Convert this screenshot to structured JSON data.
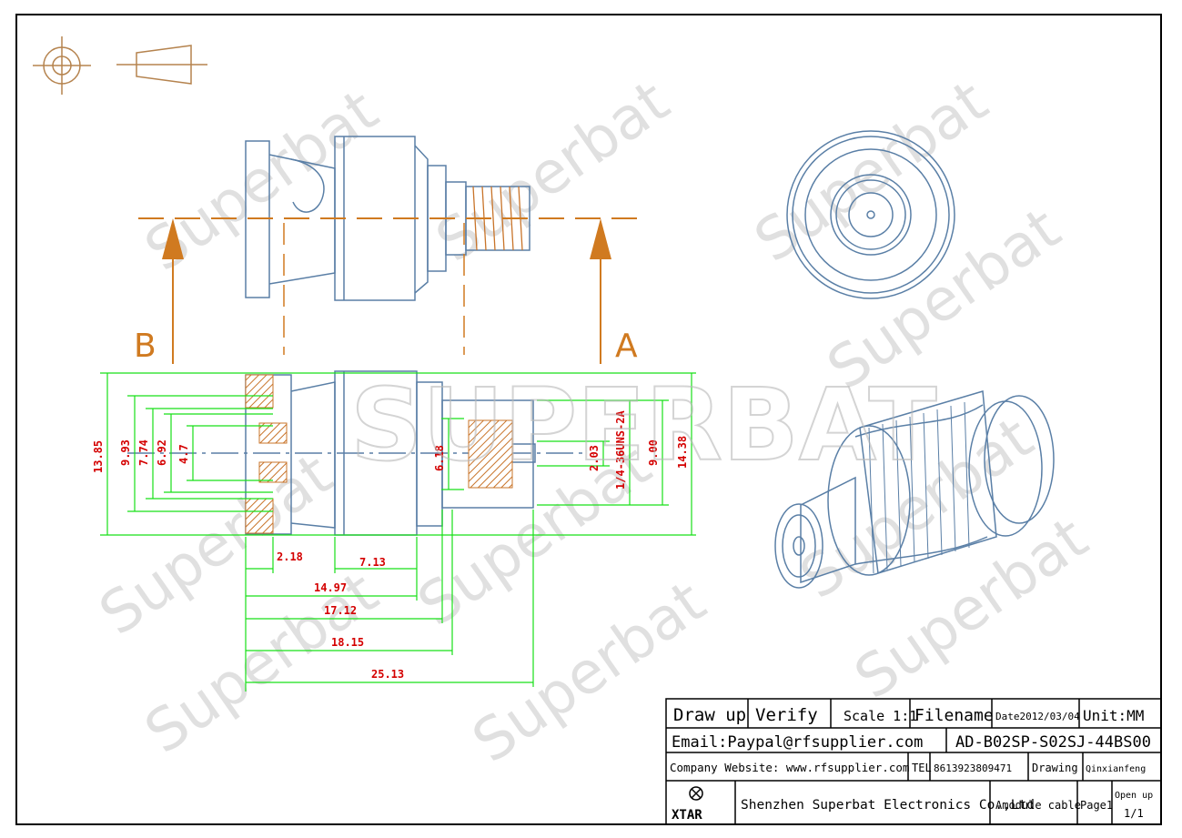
{
  "watermark": {
    "brand": "SUPERBAT",
    "repeat": "Superbat"
  },
  "colors": {
    "outline": "#5a7fa6",
    "dimension_line": "#18e018",
    "dimension_text": "#d40000",
    "section_arrow": "#d07a20",
    "hatch": "#c8742a"
  },
  "section": {
    "label_b": "B",
    "label_a": "A"
  },
  "dimensions": {
    "d1385": "13.85",
    "d993": "9.93",
    "d774": "7.74",
    "d692": "6.92",
    "d47": "4.7",
    "d618": "6.18",
    "d203": "2.03",
    "thread": "1/4-36UNS-2A",
    "d900": "9.00",
    "d1438": "14.38",
    "d218": "2.18",
    "d713": "7.13",
    "d1497": "14.97",
    "d1712": "17.12",
    "d1815": "18.15",
    "d2513": "25.13"
  },
  "title_block": {
    "draw_up": "Draw up",
    "verify": "Verify",
    "scale": "Scale 1:1",
    "filename": "Filename",
    "date": "Date2012/03/04",
    "unit": "Unit:MM",
    "email": "Email:Paypal@rfsupplier.com",
    "part_number": "AD-B02SP-S02SJ-44BS00",
    "website": "Company Website:  www.rfsupplier.com",
    "tel_label": "TEL",
    "tel": "8613923809471",
    "drawing": "Drawing",
    "drawer": "Qinxianfeng",
    "logo": "XTAR",
    "company": "Shenzhen Superbat Electronics Co.,Ltd",
    "product": "Amodule cable",
    "page": "Page1",
    "open_up": "Open up",
    "open_up_count": "1/1"
  }
}
